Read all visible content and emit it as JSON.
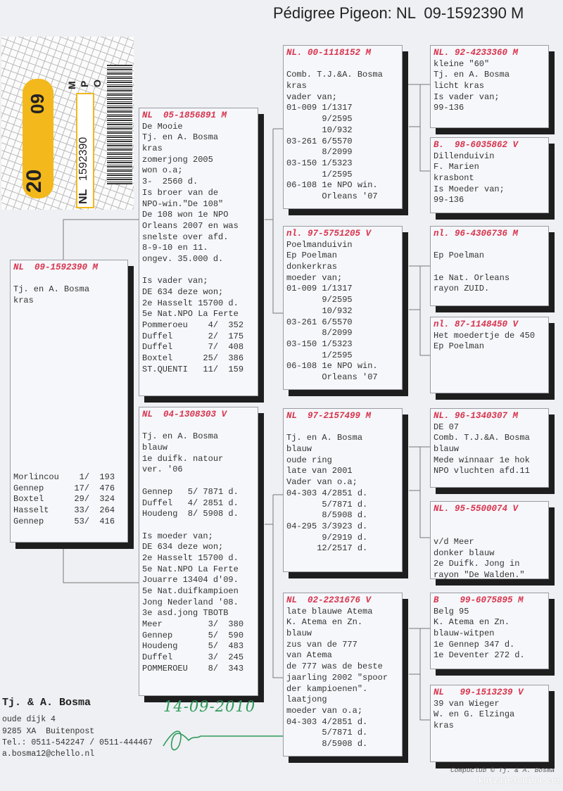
{
  "title": "Pédigree Pigeon: NL  09-1592390 M",
  "ring_card": {
    "year_left": "20",
    "year_right": "09",
    "country": "NL",
    "number": "1592390",
    "letters": [
      "M",
      "P",
      "O"
    ]
  },
  "pigeons": {
    "subject": {
      "ring": "NL  09-1592390 M",
      "lines": [
        "",
        "Tj. en A. Bosma",
        "kras",
        "",
        "",
        "",
        "",
        "",
        "",
        "",
        "",
        "",
        "",
        "",
        "",
        "",
        "",
        "",
        "Morlincou    1/  193",
        "Gennep      17/  476",
        "Boxtel      29/  324",
        "Hasselt     33/  264",
        "Gennep      53/  416"
      ]
    },
    "sire": {
      "ring": "NL  05-1856891 M",
      "lines": [
        "De Mooie",
        "Tj. en A. Bosma",
        "kras",
        "zomerjong 2005",
        "won o.a;",
        "3-  2560 d.",
        "Is broer van de",
        "NPO-win.\"De 108\"",
        "De 108 won 1e NPO",
        "Orleans 2007 en was",
        "snelste over afd.",
        "8-9-10 en 11.",
        "ongev. 35.000 d.",
        "",
        "Is vader van;",
        "DE 634 deze won;",
        "2e Hasselt 15700 d.",
        "5e Nat.NPO La Ferte",
        "Pommeroeu    4/  352",
        "Duffel       2/  175",
        "Duffel       7/  408",
        "Boxtel      25/  386",
        "ST.QUENTI   11/  159"
      ]
    },
    "dam": {
      "ring": "NL  04-1308303 V",
      "lines": [
        "",
        "Tj. en A. Bosma",
        "blauw",
        "1e duifk. natour",
        "ver. '06",
        "",
        "Gennep   5/ 7871 d.",
        "Duffel   4/ 2851 d.",
        "Houdeng  8/ 5908 d.",
        "",
        "Is moeder van;",
        "DE 634 deze won;",
        "2e Hasselt 15700 d.",
        "5e Nat.NPO La Ferte",
        "Jouarre 13404 d'09.",
        "5e Nat.duifkampioen",
        "Jong Nederland '08.",
        "3e asd.jong TBOTB",
        "Meer         3/  380",
        "Gennep       5/  590",
        "Houdeng      5/  483",
        "Duffel       3/  245",
        "POMMEROEU    8/  343"
      ]
    },
    "ss": {
      "ring": "NL. 00-1118152 M",
      "lines": [
        "",
        "Comb. T.J.&A. Bosma",
        "kras",
        "vader van;",
        "01-009 1/1317",
        "       9/2595",
        "       10/932",
        "03-261 6/5570",
        "       8/2099",
        "03-150 1/5323",
        "       1/2595",
        "06-108 1e NPO win.",
        "       Orleans '07"
      ]
    },
    "sd": {
      "ring": "nl. 97-5751205 V",
      "lines": [
        "Poelmanduivin",
        "Ep Poelman",
        "donkerkras",
        "moeder van;",
        "01-009 1/1317",
        "       9/2595",
        "       10/932",
        "03-261 6/5570",
        "       8/2099",
        "03-150 1/5323",
        "       1/2595",
        "06-108 1e NPO win.",
        "       Orleans '07"
      ]
    },
    "ds": {
      "ring": "NL  97-2157499 M",
      "lines": [
        "",
        "Tj. en A. Bosma",
        "blauw",
        "oude ring",
        "late van 2001",
        "Vader van o.a;",
        "04-303 4/2851 d.",
        "       5/7871 d.",
        "       8/5908 d.",
        "04-295 3/3923 d.",
        "       9/2919 d.",
        "      12/2517 d."
      ]
    },
    "dd": {
      "ring": "NL  02-2231676 V",
      "lines": [
        "late blauwe Atema",
        "K. Atema en Zn.",
        "blauw",
        "zus van de 777",
        "van Atema",
        "de 777 was de beste",
        "jaarling 2002 \"spoor",
        "der kampioenen\".",
        "laatjong",
        "moeder van o.a;",
        "04-303 4/2851 d.",
        "       5/7871 d.",
        "       8/5908 d."
      ]
    },
    "sss": {
      "ring": "NL. 92-4233360 M",
      "lines": [
        "kleine \"60\"",
        "Tj. en A. Bosma",
        "licht kras",
        "Is vader van;",
        "99-136"
      ]
    },
    "ssd": {
      "ring": "B.  98-6035862 V",
      "lines": [
        "Dillenduivin",
        "F. Marien",
        "krasbont",
        "Is Moeder van;",
        "99-136"
      ]
    },
    "sds": {
      "ring": "nl. 96-4306736 M",
      "lines": [
        "",
        "Ep Poelman",
        "",
        "1e Nat. Orleans",
        "rayon ZUID."
      ]
    },
    "sdd": {
      "ring": "nl. 87-1148450 V",
      "lines": [
        "Het moedertje de 450",
        "Ep Poelman"
      ]
    },
    "dss": {
      "ring": "NL. 96-1340307 M",
      "lines": [
        "DE 07",
        "Comb. T.J.&A. Bosma",
        "blauw",
        "Mede winnaar 1e hok",
        "NPO vluchten afd.11"
      ]
    },
    "dsd": {
      "ring": "NL. 95-5500074 V",
      "lines": [
        "",
        "",
        "v/d Meer",
        "donker blauw",
        "2e Duifk. Jong in",
        "rayon \"De Walden.\""
      ]
    },
    "dds": {
      "ring": "B    99-6075895 M",
      "lines": [
        "Belg 95",
        "K. Atema en Zn.",
        "blauw-witpen",
        "1e Gennep 347 d.",
        "1e Deventer 272 d."
      ]
    },
    "ddd": {
      "ring": "NL   99-1513239 V",
      "lines": [
        "39 van Wieger",
        "W. en G. Elzinga",
        "kras"
      ]
    }
  },
  "owner": {
    "name": "Tj. & A. Bosma",
    "street": "oude dijk 4",
    "city": "9285 XA  Buitenpost",
    "phone": "Tel.: 0511-542247 / 0511-444467",
    "email": "a.bosma12@chello.nl"
  },
  "signature_date": "14-09-2010",
  "credit": "Compuclub © Tj. & A. Bosma",
  "watermark": "kutzajelunion.com",
  "colors": {
    "ring_text": "#d8344e",
    "signature": "#2f9a5a",
    "shadow": "#1e1e1e"
  }
}
